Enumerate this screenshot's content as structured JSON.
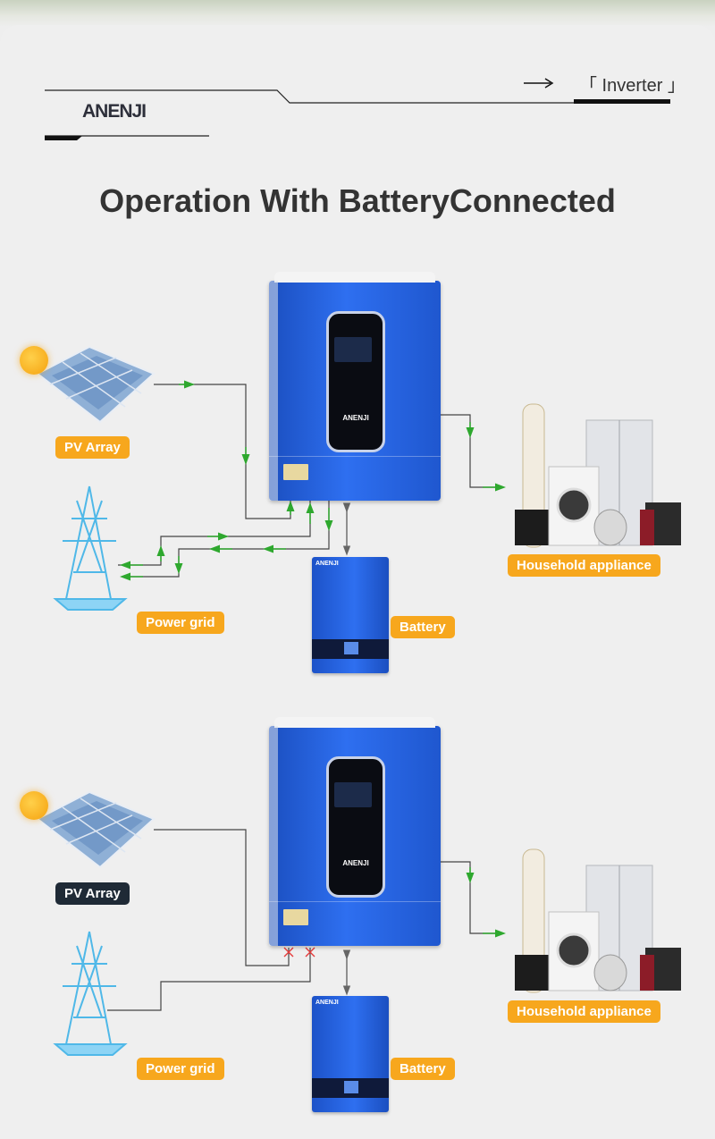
{
  "header": {
    "brand": "ANENJI",
    "section_tag": "「 Inverter 」"
  },
  "title": "Operation With BatteryConnected",
  "diagram_top": {
    "pv_label": "PV Array",
    "grid_label": "Power grid",
    "battery_label": "Battery",
    "appliance_label": "Household appliance"
  },
  "diagram_bottom": {
    "pv_label": "PV Array",
    "grid_label": "Power grid",
    "battery_label": "Battery",
    "appliance_label": "Household appliance"
  },
  "colors": {
    "label_orange": "#f7a71d",
    "label_dark": "#1f2a36",
    "arrow_green": "#2ea82e",
    "device_blue": "#2e6ff0",
    "disconnect_red": "#e53b3b"
  }
}
